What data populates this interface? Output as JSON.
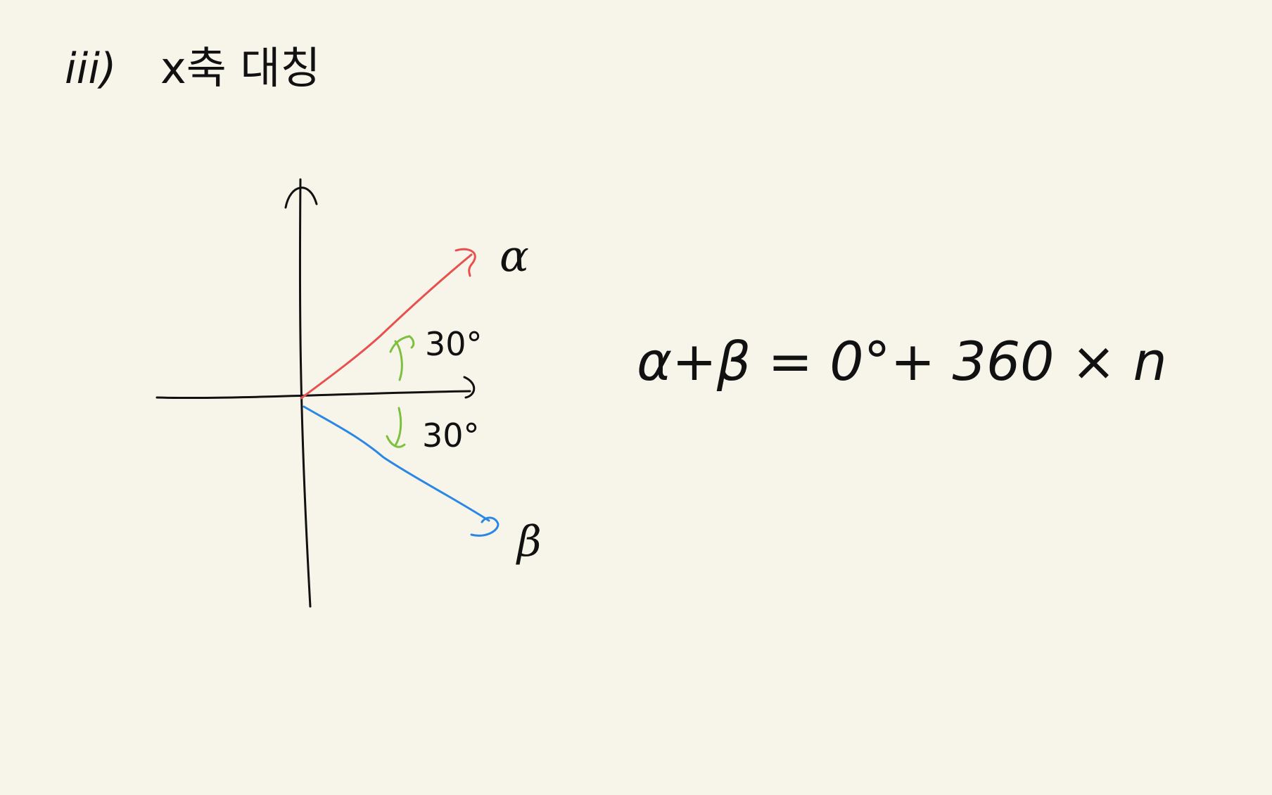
{
  "heading": {
    "number": "iii)",
    "text": "x축 대칭"
  },
  "diagram": {
    "alpha_label": "α",
    "beta_label": "β",
    "angle_top": "30°",
    "angle_bottom": "30°"
  },
  "equation": {
    "text": "α+β = 0°+ 360 × n"
  },
  "colors": {
    "background": "#f7f5ea",
    "ink": "#111111",
    "alpha": "#e8504f",
    "beta": "#2b86e6",
    "angle": "#7dbf3f"
  }
}
